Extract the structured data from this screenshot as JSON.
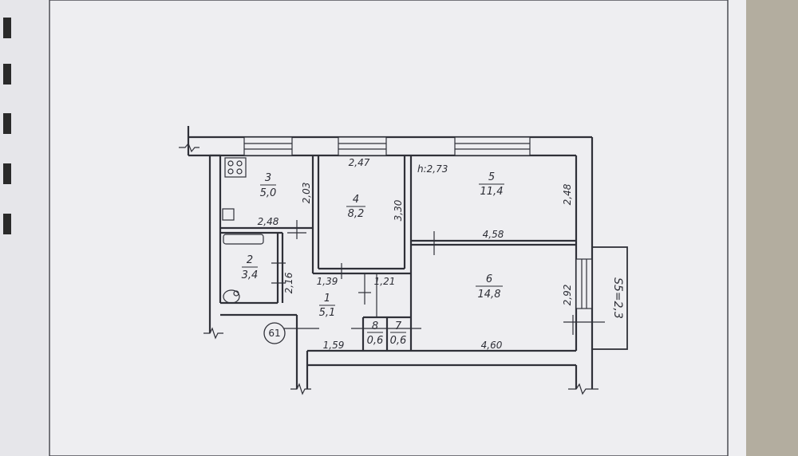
{
  "ceiling_height": "h:2,73",
  "apartment_number": "61",
  "balcony_area": "S5=2,3",
  "rooms": [
    {
      "id": "1",
      "number": "1",
      "area": "5,1"
    },
    {
      "id": "2",
      "number": "2",
      "area": "3,4"
    },
    {
      "id": "3",
      "number": "3",
      "area": "5,0"
    },
    {
      "id": "4",
      "number": "4",
      "area": "8,2"
    },
    {
      "id": "5",
      "number": "5",
      "area": "11,4"
    },
    {
      "id": "6",
      "number": "6",
      "area": "14,8"
    },
    {
      "id": "7",
      "number": "7",
      "area": "0,6"
    },
    {
      "id": "8",
      "number": "8",
      "area": "0,6"
    }
  ],
  "dimensions": {
    "d247": "2,47",
    "d273": "h:2,73",
    "d203": "2,03",
    "d330": "3,30",
    "d248h": "2,48",
    "d248v": "2,48",
    "d458": "4,58",
    "d216": "2,16",
    "d139": "1,39",
    "d121": "1,21",
    "d292": "2,92",
    "d159": "1,59",
    "d460": "4,60"
  },
  "colors": {
    "paper": "#f3f3f5",
    "line": "#2f3038",
    "background": "#bdb9ae"
  }
}
